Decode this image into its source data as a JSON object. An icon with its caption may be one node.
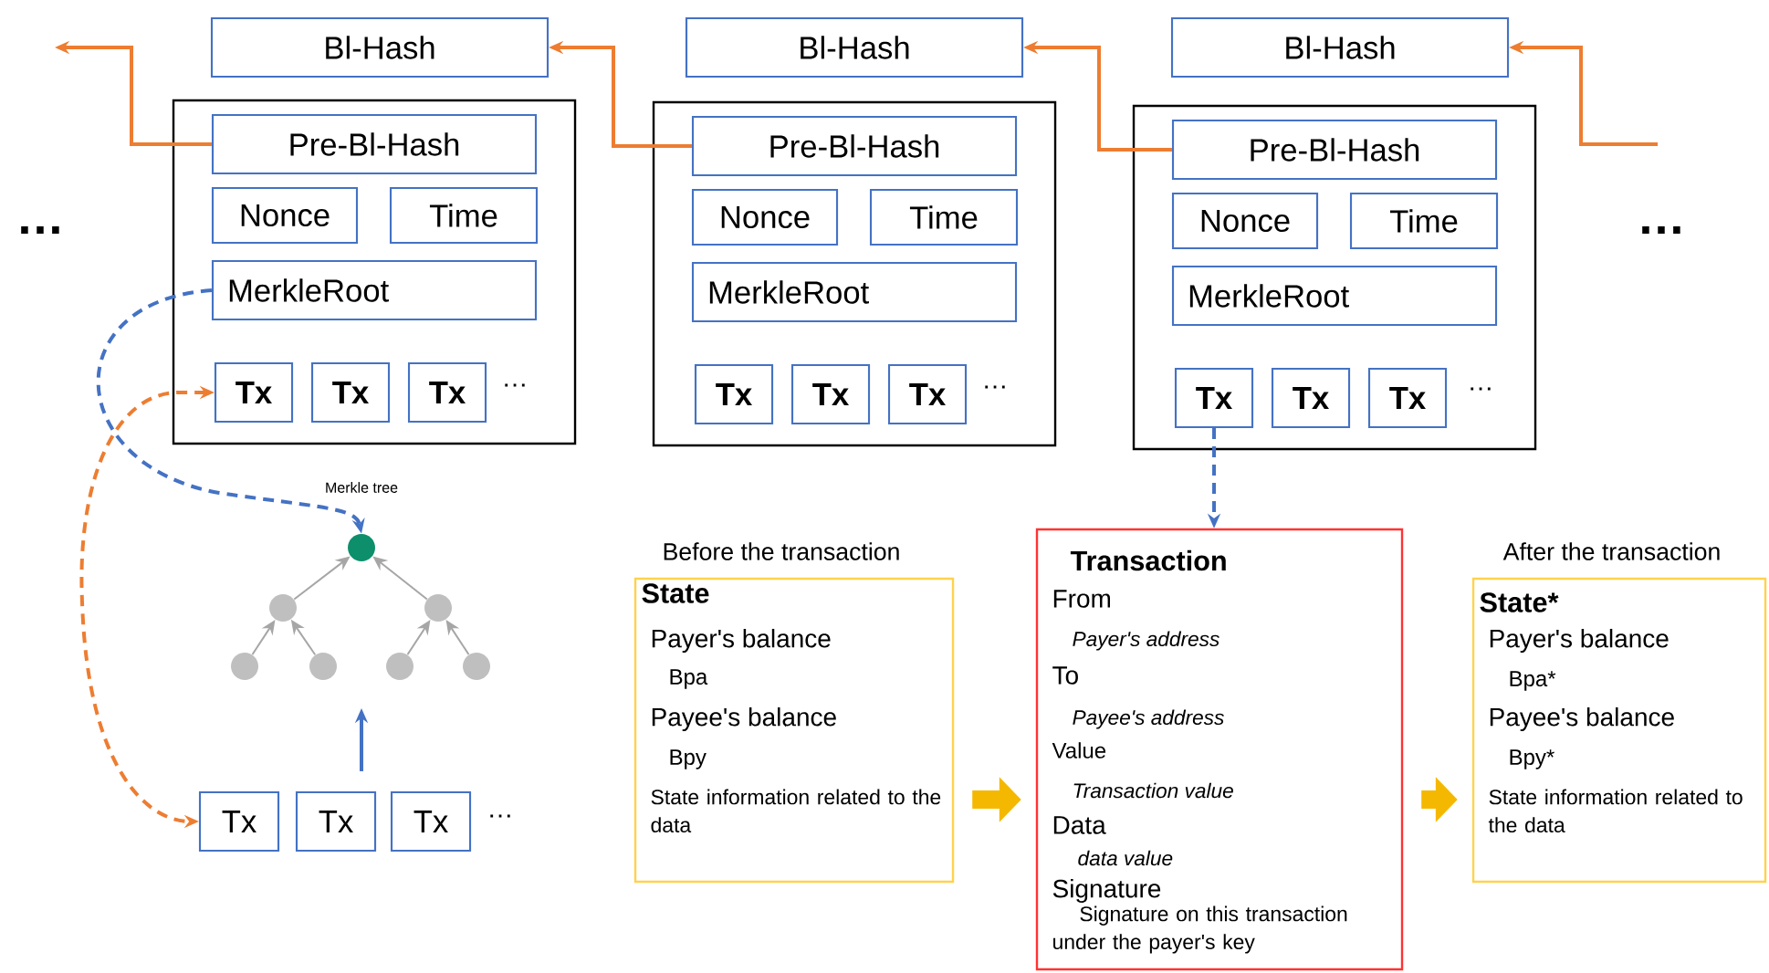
{
  "diagram": {
    "nodes": [
      {
        "text": [
          "Bl-Hash"
        ]
      },
      {
        "text": [],
        "shape": "box"
      },
      {
        "text": [
          "Pre-Bl-Hash"
        ],
        "in": 1
      },
      {
        "text": [
          "Nonce"
        ],
        "in": 1
      },
      {
        "text": [
          "Time"
        ],
        "in": 1
      },
      {
        "text": [
          "MerkleRoot"
        ],
        "in": 1
      },
      {
        "text": [
          "Tx"
        ],
        "in": 1
      },
      {
        "text": [
          "Tx"
        ],
        "in": 1
      },
      {
        "text": [
          "Tx"
        ],
        "in": 1
      },
      {
        "text": [
          "Bl-Hash"
        ]
      },
      {
        "text": [],
        "shape": "box"
      },
      {
        "text": [
          "Pre-Bl-Hash"
        ],
        "in": 10
      },
      {
        "text": [
          "Nonce"
        ],
        "in": 10
      },
      {
        "text": [
          "Time"
        ],
        "in": 10
      },
      {
        "text": [
          "MerkleRoot"
        ],
        "in": 10
      },
      {
        "text": [
          "Tx"
        ],
        "in": 10
      },
      {
        "text": [
          "Tx"
        ],
        "in": 10
      },
      {
        "text": [
          "Tx"
        ],
        "in": 10
      },
      {
        "text": [
          "Bl-Hash"
        ]
      },
      {
        "text": [],
        "shape": "box"
      },
      {
        "text": [
          "Pre-Bl-Hash"
        ],
        "in": 19
      },
      {
        "text": [
          "Nonce"
        ],
        "in": 19
      },
      {
        "text": [
          "Time"
        ],
        "in": 19
      },
      {
        "text": [
          "MerkleRoot"
        ],
        "in": 19
      },
      {
        "text": [
          "Tx"
        ],
        "in": 19
      },
      {
        "text": [
          "Tx"
        ],
        "in": 19
      },
      {
        "text": [
          "Tx"
        ],
        "in": 19
      },
      {
        "text": [],
        "shape": "circle"
      },
      {
        "text": [],
        "shape": "circle"
      },
      {
        "text": [],
        "shape": "circle"
      },
      {
        "text": [],
        "shape": "circle"
      },
      {
        "text": [],
        "shape": "circle"
      },
      {
        "text": [],
        "shape": "circle"
      },
      {
        "text": [],
        "shape": "circle"
      },
      {
        "text": [
          "Tx"
        ]
      },
      {
        "text": [
          "Tx"
        ]
      },
      {
        "text": [
          "Tx"
        ]
      },
      {
        "text": [
          "State",
          "Payer's balance",
          "Bpa",
          "Payee's balance",
          "Bpy",
          "State information related to the data"
        ],
        "beside": [
          "Before the transaction"
        ]
      },
      {
        "text": [
          "Transaction",
          "From",
          "Payer's address",
          "To",
          "Payee's address",
          "Value",
          "Transaction value",
          "Data",
          "data value",
          "Signature",
          "Signature on this transaction under the payer's key"
        ]
      },
      {
        "text": [
          "State*",
          "Payer's balance",
          "Bpa*",
          "Payee's balance",
          "Bpy*",
          "State information related to the data"
        ],
        "beside": [
          "After the transaction"
        ]
      }
    ],
    "edges": [
      {
        "from": 2,
        "to": null,
        "arrow": "to",
        "color": "#ed7d31"
      },
      {
        "from": 11,
        "to": 0,
        "arrow": "to",
        "color": "#ed7d31"
      },
      {
        "from": 20,
        "to": 9,
        "arrow": "to",
        "color": "#ed7d31"
      },
      {
        "from": null,
        "to": 18,
        "arrow": "to",
        "color": "#ed7d31"
      },
      {
        "from": 5,
        "to": 27,
        "arrow": "to",
        "style": "dashed",
        "color": "#4472c4"
      },
      {
        "from": 6,
        "to": 34,
        "arrow": "both",
        "style": "dashed",
        "color": "#ed7d31"
      },
      {
        "from": 30,
        "to": 28,
        "arrow": "to"
      },
      {
        "from": 31,
        "to": 28,
        "arrow": "to"
      },
      {
        "from": 32,
        "to": 29,
        "arrow": "to"
      },
      {
        "from": 33,
        "to": 29,
        "arrow": "to"
      },
      {
        "from": 28,
        "to": 27,
        "arrow": "to"
      },
      {
        "from": 29,
        "to": 27,
        "arrow": "to"
      },
      {
        "from": 35,
        "to": null,
        "arrow": "to",
        "color": "#4472c4"
      },
      {
        "from": 24,
        "to": 38,
        "arrow": "to",
        "style": "dashed",
        "color": "#4472c4"
      },
      {
        "from": 37,
        "to": 38,
        "arrow": "to",
        "style": "thick",
        "color": "#f5b800"
      },
      {
        "from": 38,
        "to": 39,
        "arrow": "to",
        "style": "thick",
        "color": "#f5b800"
      }
    ],
    "labels": [
      "…",
      "…",
      "…",
      "…",
      "…",
      "Merkle tree",
      "…"
    ]
  }
}
